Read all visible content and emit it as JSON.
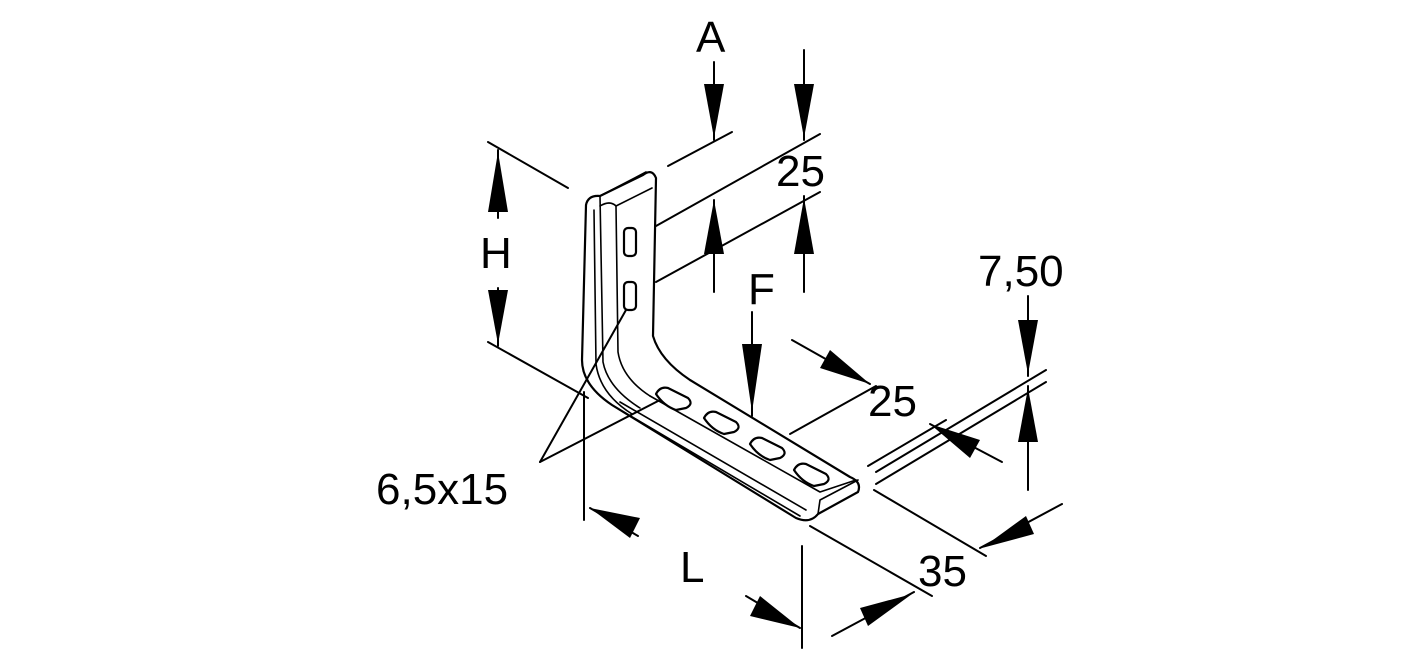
{
  "labels": {
    "A": "A",
    "H": "H",
    "F": "F",
    "L": "L",
    "top_width": "25",
    "mid_width": "25",
    "flange": "7,50",
    "depth": "35",
    "slot": "6,5x15"
  },
  "colors": {
    "line": "#000000",
    "background": "#ffffff"
  }
}
